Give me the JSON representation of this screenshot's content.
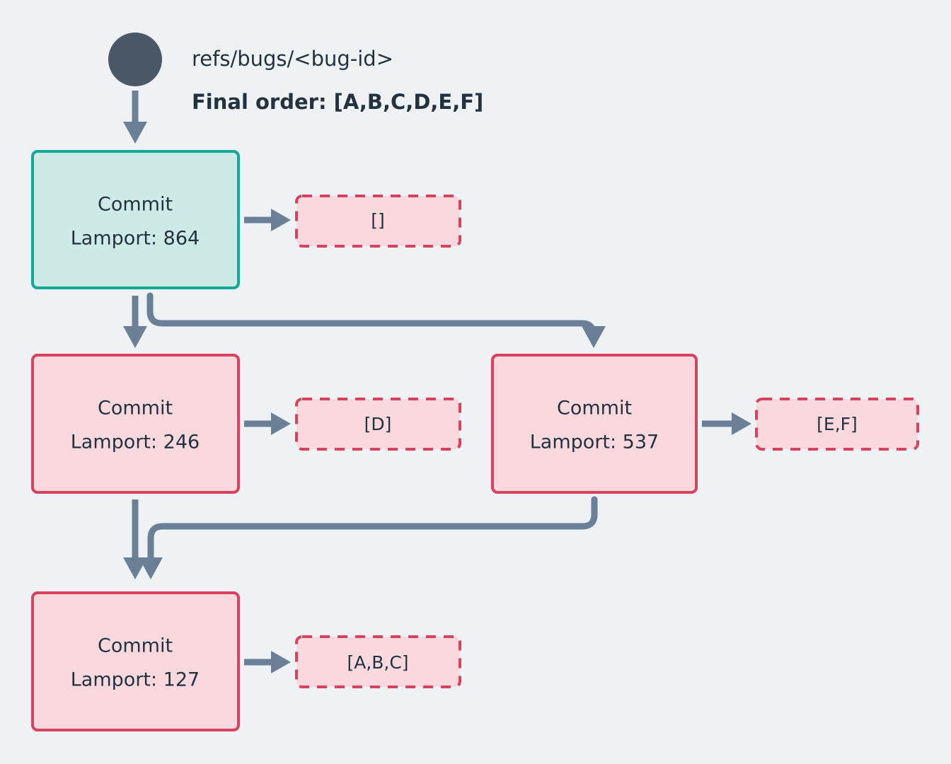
{
  "background_color": "#eef2f4",
  "palette": {
    "teal_fill": "#cdeae6",
    "teal_stroke": "#12a89a",
    "pink_fill": "#f9d8de",
    "pink_stroke": "#d8415f",
    "edge": "#6b8096",
    "text": "#243240",
    "root_node": "#4b5966"
  },
  "header": {
    "ref_label": "refs/bugs/<bug-id>",
    "final_order_label": "Final order: [A,B,C,D,E,F]"
  },
  "nodes": {
    "root": {
      "shape": "circle",
      "name": "root-node"
    },
    "commit_864": {
      "line1": "Commit",
      "line2": "Lamport: 864",
      "color": "teal"
    },
    "commit_246": {
      "line1": "Commit",
      "line2": "Lamport: 246",
      "color": "pink"
    },
    "commit_537": {
      "line1": "Commit",
      "line2": "Lamport: 537",
      "color": "pink"
    },
    "commit_127": {
      "line1": "Commit",
      "line2": "Lamport: 127",
      "color": "pink"
    }
  },
  "labels": {
    "payload_864": "[]",
    "payload_246": "[D]",
    "payload_537": "[E,F]",
    "payload_127": "[A,B,C]"
  }
}
